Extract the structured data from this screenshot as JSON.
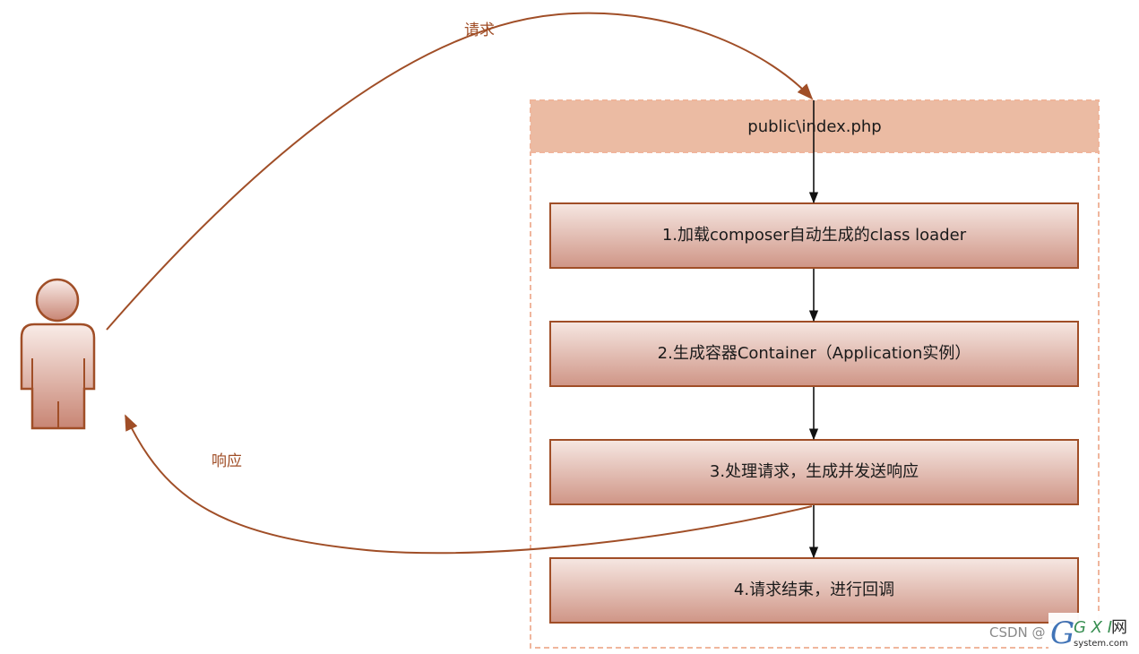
{
  "container": {
    "title": "public\\index.php"
  },
  "steps": [
    {
      "label": "1.加载composer自动生成的class loader"
    },
    {
      "label": "2.生成容器Container（Application实例）"
    },
    {
      "label": "3.处理请求，生成并发送响应"
    },
    {
      "label": "4.请求结束，进行回调"
    }
  ],
  "edges": {
    "request_label": "请求",
    "response_label": "响应"
  },
  "watermark": {
    "text": "CSDN @",
    "logo_letters": "G X I",
    "logo_cn": "网",
    "logo_domain": "system.com"
  },
  "colors": {
    "accent": "#a04e27",
    "step_fill_top": "#f6e7e2",
    "step_fill_bottom": "#cf9586",
    "step_border": "#a04e27",
    "container_header": "#ebbba3",
    "container_border": "#f0b69d",
    "person_fill_top": "#f9ece8",
    "person_fill_bottom": "#c88574"
  }
}
